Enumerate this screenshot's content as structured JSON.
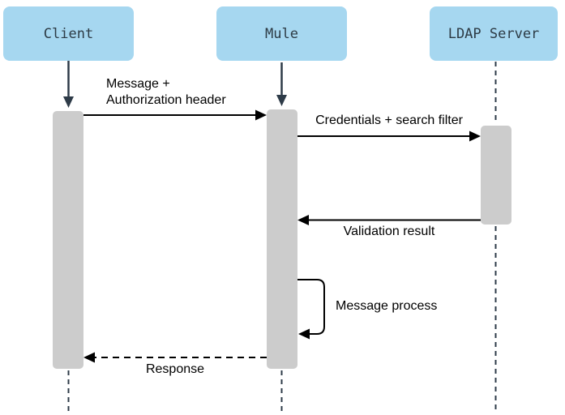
{
  "diagram": {
    "type": "uml-sequence",
    "description": "LDAP authentication sequence between Client, Mule and LDAP Server"
  },
  "actors": [
    {
      "name": "Client"
    },
    {
      "name": "Mule"
    },
    {
      "name": "LDAP Server"
    }
  ],
  "messages": [
    {
      "from": "Client",
      "to": "Mule",
      "style": "solid-arrow",
      "lines": [
        "Message +",
        "Authorization header"
      ]
    },
    {
      "from": "Mule",
      "to": "LDAP Server",
      "style": "solid-arrow",
      "label": "Credentials + search filter"
    },
    {
      "from": "LDAP Server",
      "to": "Mule",
      "style": "solid-arrow",
      "label": "Validation result"
    },
    {
      "from": "Mule",
      "to": "Mule",
      "style": "self-loop",
      "label": "Message process"
    },
    {
      "from": "Mule",
      "to": "Client",
      "style": "dashed-arrow",
      "label": "Response"
    }
  ],
  "colors": {
    "actor_fill": "#a6d7f0",
    "actor_text": "#2d3b45",
    "activation_fill": "#cccccc",
    "lifeline_color": "#2e3b48",
    "message_color": "#000000",
    "background": "#ffffff"
  }
}
